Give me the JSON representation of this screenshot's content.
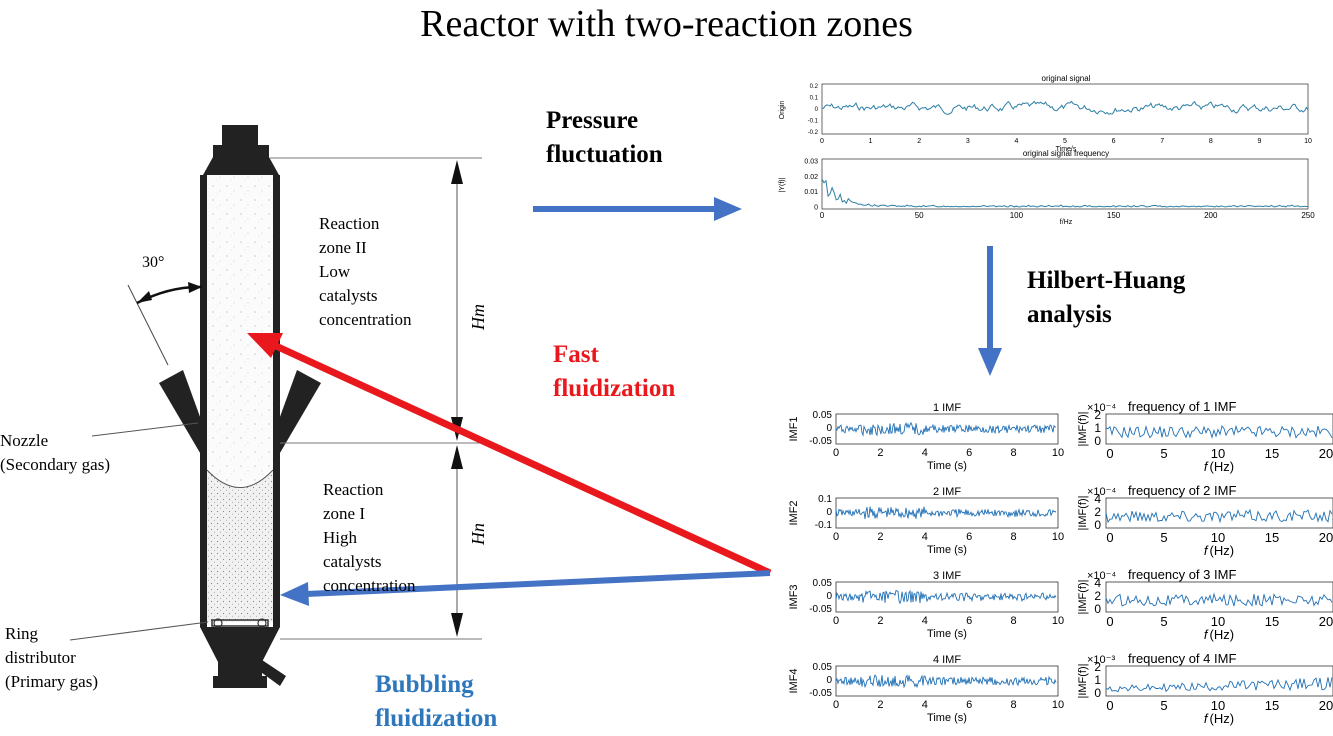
{
  "title": "Reactor with two-reaction zones",
  "reactor": {
    "angle_label": "30°",
    "zone2_lines": [
      "Reaction",
      "zone II",
      "Low",
      "catalysts",
      "concentration"
    ],
    "zone1_lines": [
      "Reaction",
      "zone I",
      "High",
      "catalysts",
      "concentration"
    ],
    "hm": "Hm",
    "hn": "Hn",
    "nozzle_lines": [
      "Nozzle",
      "(Secondary gas)"
    ],
    "ring_lines": [
      "Ring",
      "distributor",
      "(Primary gas)"
    ]
  },
  "labels": {
    "pressure": [
      "Pressure",
      "fluctuation"
    ],
    "hht": [
      "Hilbert-Huang",
      "analysis"
    ],
    "fast": [
      "Fast",
      "fluidization"
    ],
    "bubbling": [
      "Bubbling",
      "fluidization"
    ]
  },
  "colors": {
    "red": "#e8181c",
    "blue": "#2e77bd",
    "reactor": "#222222",
    "signal": "#2e7fa6",
    "imf": "#1f6fb5"
  },
  "top_plot": {
    "title": "original signal",
    "ylabel": "Origin",
    "xlabel": "Time/s",
    "yticks": [
      "0.2",
      "0.1",
      "0",
      "-0.1",
      "-0.2"
    ],
    "xticks": [
      "0",
      "1",
      "2",
      "3",
      "4",
      "5",
      "6",
      "7",
      "8",
      "9",
      "10"
    ]
  },
  "freq_plot": {
    "title": "original signal frequency",
    "ylabel": "|Y(f)|",
    "xlabel": "f/Hz",
    "yticks": [
      "0.03",
      "0.02",
      "0.01",
      "0"
    ],
    "xticks": [
      "0",
      "50",
      "100",
      "150",
      "200",
      "250"
    ]
  },
  "imf_plots": [
    {
      "title": "1 IMF",
      "ylabel": "IMF1",
      "yticks": [
        "0.05",
        "0",
        "-0.05"
      ],
      "ftitle": "frequency of 1 IMF",
      "fexp": "×10⁻⁴",
      "fyticks": [
        "2",
        "1",
        "0"
      ]
    },
    {
      "title": "2 IMF",
      "ylabel": "IMF2",
      "yticks": [
        "0.1",
        "0",
        "-0.1"
      ],
      "ftitle": "frequency of 2 IMF",
      "fexp": "×10⁻⁴",
      "fyticks": [
        "4",
        "2",
        "0"
      ]
    },
    {
      "title": "3 IMF",
      "ylabel": "IMF3",
      "yticks": [
        "0.05",
        "0",
        "-0.05"
      ],
      "ftitle": "frequency of 3 IMF",
      "fexp": "×10⁻⁴",
      "fyticks": [
        "4",
        "2",
        "0"
      ]
    },
    {
      "title": "4 IMF",
      "ylabel": "IMF4",
      "yticks": [
        "0.05",
        "0",
        "-0.05"
      ],
      "ftitle": "frequency of 4 IMF",
      "fexp": "×10⁻³",
      "fyticks": [
        "2",
        "1",
        "0"
      ]
    }
  ],
  "imf_time": {
    "xlabel": "Time (s)",
    "xticks": [
      "0",
      "2",
      "4",
      "6",
      "8",
      "10"
    ]
  },
  "imf_freq": {
    "xlabel": "(Hz)",
    "xvar": "f",
    "fylabel": "|IMF(f)|",
    "xticks": [
      "0",
      "5",
      "10",
      "15",
      "20"
    ]
  }
}
